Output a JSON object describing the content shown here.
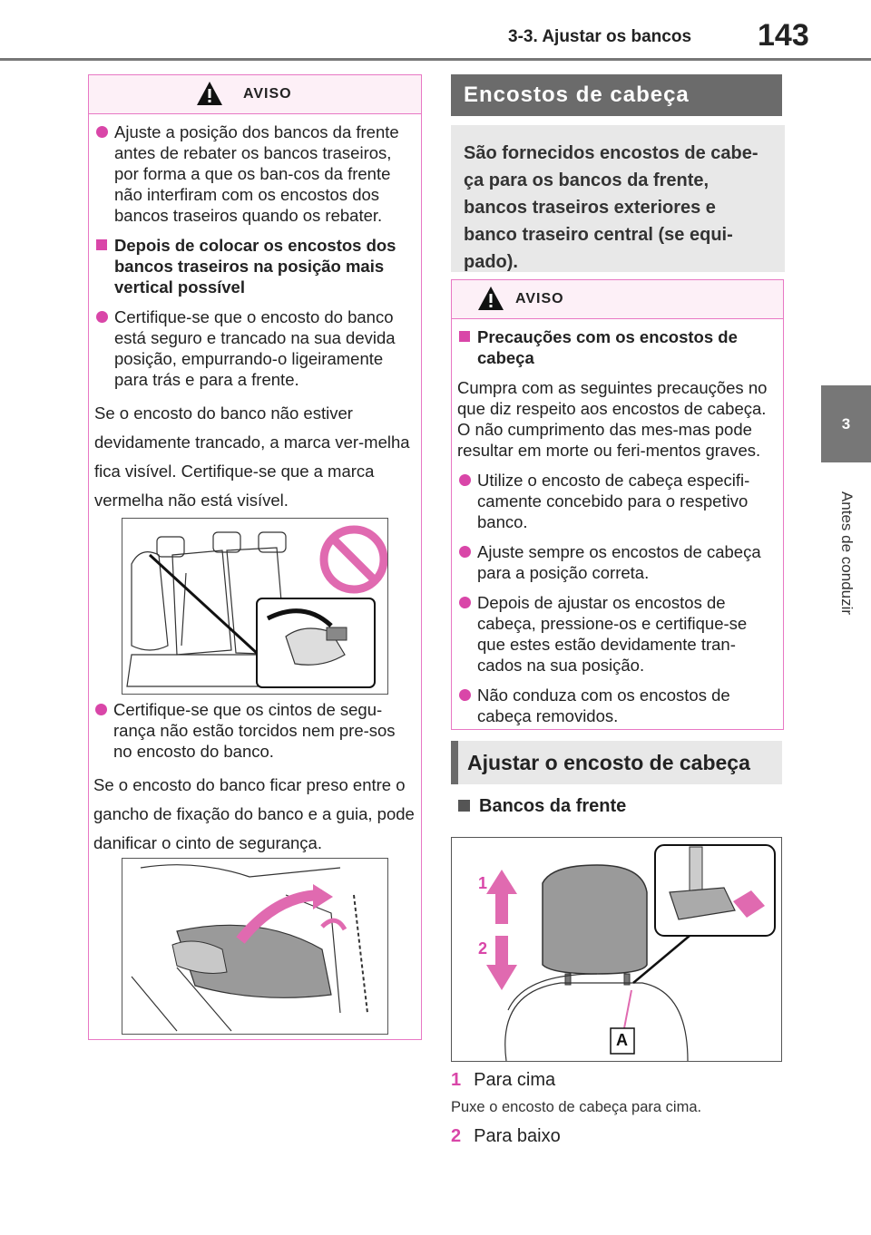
{
  "header": {
    "section": "3-3. Ajustar os bancos",
    "page": "143"
  },
  "side_tab": {
    "number": "3",
    "label": "Antes de conduzir"
  },
  "left_warning": {
    "label": "AVISO",
    "bullet1": "Ajuste a posição dos bancos da frente antes de rebater os bancos traseiros, por forma a que os ban-cos da frente não interfiram com os encostos dos bancos traseiros quando os rebater.",
    "sub_heading": "Depois de colocar os encostos dos bancos traseiros na posição mais vertical possível",
    "bullet2": "Certifique-se que o encosto do banco está seguro e trancado na sua devida posição, empurrando-o ligeiramente para trás e para a frente.",
    "para1": "Se o encosto do banco não estiver devidamente trancado, a marca ver-melha fica visível. Certifique-se que a marca vermelha não está visível.",
    "bullet3": "Certifique-se que os cintos de segu-rança não estão torcidos nem pre-sos no encosto do banco.",
    "para2": "Se o encosto do banco ficar preso entre o gancho de fixação do banco e a guia, pode danificar o cinto de segurança."
  },
  "right": {
    "section_title": "Encostos de cabeça",
    "intro": "São fornecidos encostos de cabe-ça para os bancos da frente, bancos traseiros exteriores e banco traseiro central (se equi-pado).",
    "warning": {
      "label": "AVISO",
      "sub_heading": "Precauções com os encostos de cabeça",
      "para": "Cumpra com as seguintes precauções no que diz respeito aos encostos de cabeça. O não cumprimento das mes-mas pode resultar em morte ou feri-mentos graves.",
      "bullets": [
        "Utilize o encosto de cabeça especifi-camente concebido para o respetivo banco.",
        "Ajuste sempre os encostos de cabeça para a posição correta.",
        "Depois de ajustar os encostos de cabeça, pressione-os e certifique-se que estes estão devidamente tran-cados na sua posição.",
        "Não conduza com os encostos de cabeça removidos."
      ]
    },
    "adjust_title": "Ajustar o encosto de cabeça",
    "front_seats": "Bancos da frente",
    "figure_labels": {
      "up": "1",
      "down": "2",
      "lock": "A"
    },
    "steps": [
      {
        "num": "1",
        "label": "Para cima",
        "desc": "Puxe o encosto de cabeça para cima."
      },
      {
        "num": "2",
        "label": "Para baixo"
      }
    ]
  }
}
